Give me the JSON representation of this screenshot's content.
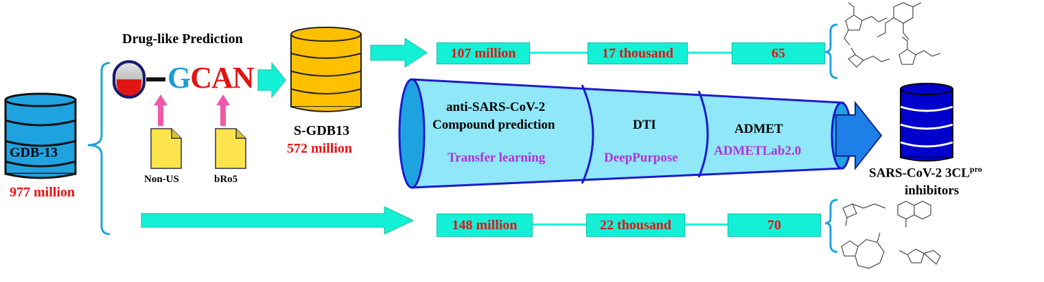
{
  "colors": {
    "cyan_arrow": "#14f0d6",
    "box_fill": "#14f0d6",
    "funnel_fill": "#8fe7f7",
    "funnel_stroke": "#1a1acc",
    "db_blue": "#1fa3e0",
    "db_yellow": "#ffc000",
    "db_navy": "#0000cc",
    "red_text": "#ee1111",
    "purple_text": "#b233d9"
  },
  "source_db": {
    "label": "GDB-13",
    "count": "977 million",
    "icon": "database-icon"
  },
  "druglike": {
    "title": "Drug-like Prediction",
    "model_prefix": "G",
    "model_rest": "CAN",
    "filters": [
      {
        "label": "Non-US",
        "icon": "document-icon"
      },
      {
        "label": "bRo5",
        "icon": "document-icon"
      }
    ]
  },
  "filtered_db": {
    "label": "S-GDB13",
    "count": "572 million",
    "icon": "database-icon"
  },
  "top_pipeline": [
    "107 million",
    "17 thousand",
    "65"
  ],
  "bottom_pipeline": [
    "148 million",
    "22 thousand",
    "70"
  ],
  "funnel": {
    "stages": [
      {
        "title_line1": "anti-SARS-CoV-2",
        "title_line2": "Compound  prediction",
        "method": "Transfer learning"
      },
      {
        "title_line1": "DTI",
        "title_line2": "",
        "method": "DeepPurpose"
      },
      {
        "title_line1": "ADMET",
        "title_line2": "",
        "method": "ADMETLab2.0"
      }
    ]
  },
  "target": {
    "label_main": "SARS-CoV-2  3CL",
    "label_sup": "pro",
    "label_line2": "inhibitors",
    "icon": "database-icon"
  }
}
